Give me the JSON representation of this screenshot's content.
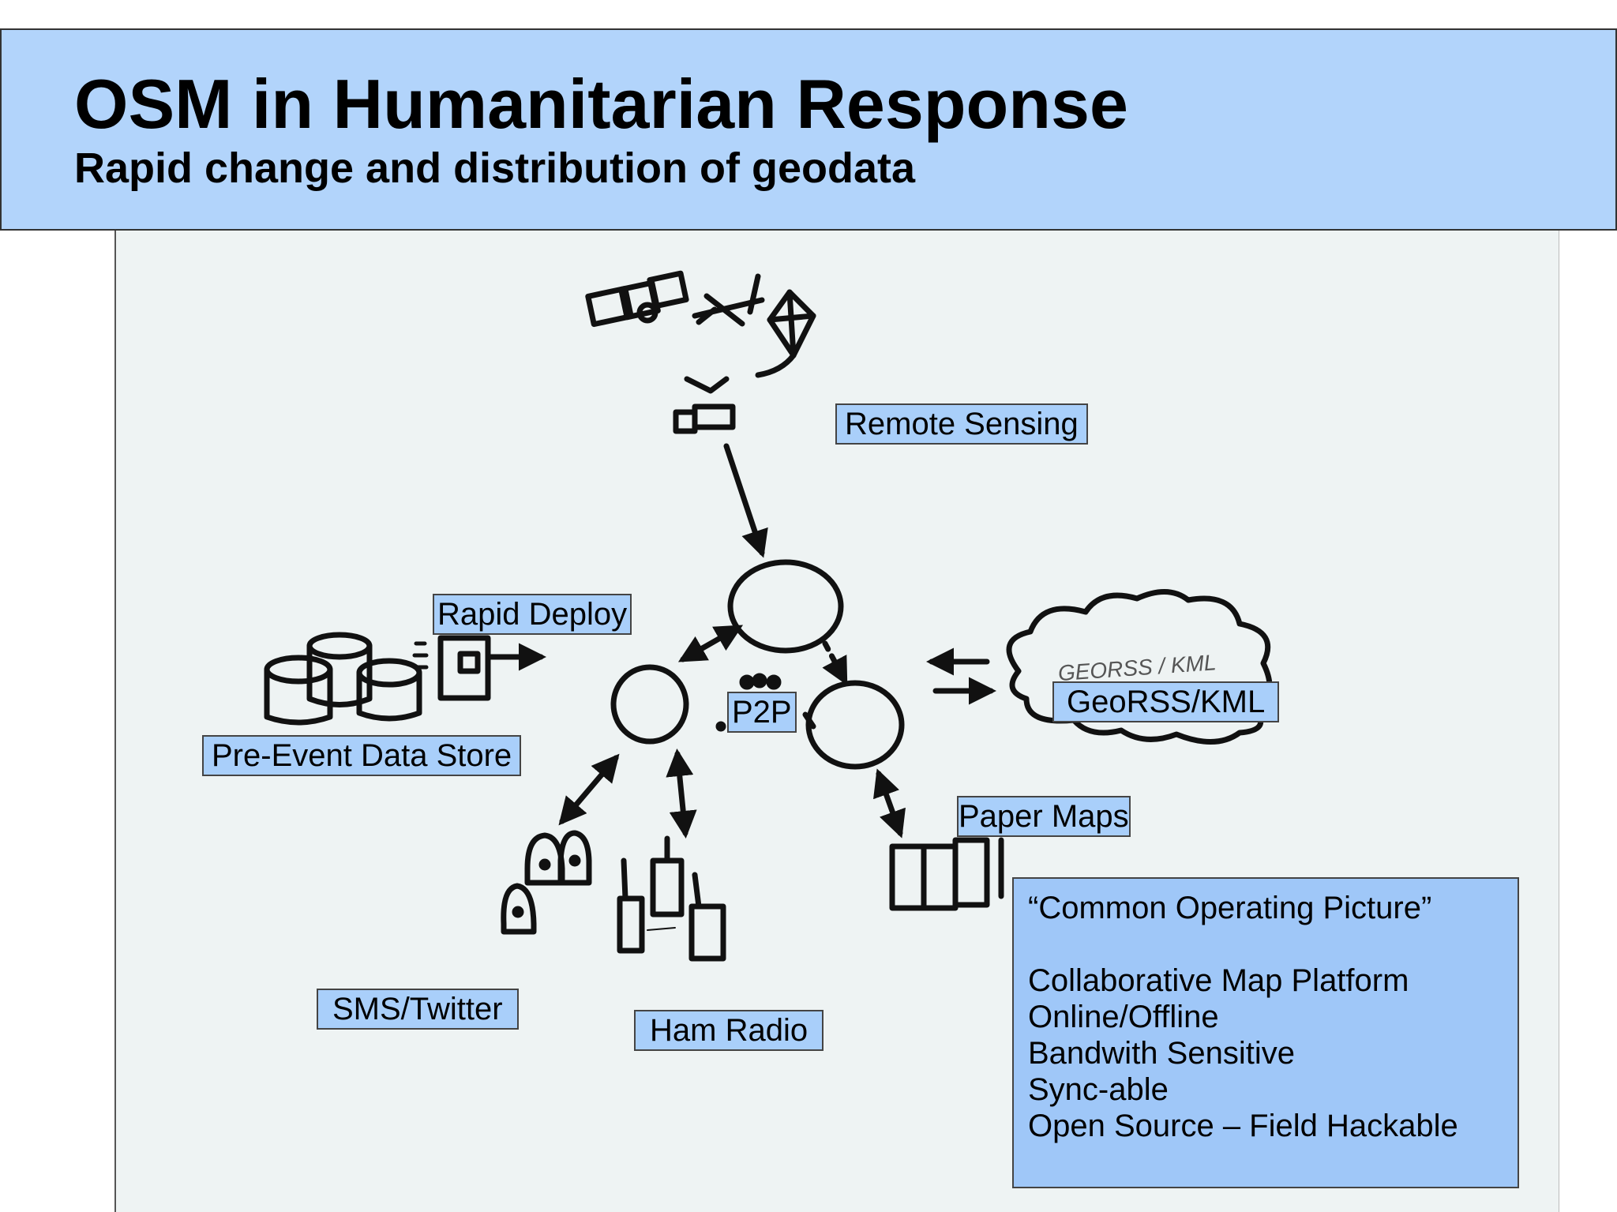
{
  "header": {
    "title": "OSM in Humanitarian Response",
    "subtitle": "Rapid change and distribution of geodata"
  },
  "labels": {
    "remote_sensing": "Remote Sensing",
    "rapid_deploy": "Rapid Deploy",
    "pre_event": "Pre-Event Data Store",
    "p2p": "P2P",
    "georss": "GeoRSS/KML",
    "paper_maps": "Paper Maps",
    "sms": "SMS/Twitter",
    "ham": "Ham Radio",
    "cloud_handwriting": "GEORSS / KML"
  },
  "cop": {
    "heading": "“Common Operating Picture”",
    "lines": [
      "Collaborative Map Platform",
      "Online/Offline",
      "Bandwith Sensitive",
      "Sync-able",
      "Open Source – Field Hackable"
    ]
  }
}
